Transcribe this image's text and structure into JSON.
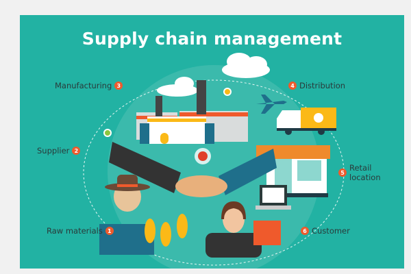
{
  "title": "Supply chain management",
  "steps": [
    {
      "number": "1",
      "label": "Raw materials"
    },
    {
      "number": "2",
      "label": "Supplier"
    },
    {
      "number": "3",
      "label": "Manufacturing"
    },
    {
      "number": "4",
      "label": "Distribution"
    },
    {
      "number": "5",
      "label_line1": "Retail",
      "label_line2": "location"
    },
    {
      "number": "6",
      "label": "Customer"
    }
  ],
  "colors": {
    "background": "#22b2a3",
    "badge": "#ef5a2c",
    "accent_yellow": "#fbb917"
  }
}
